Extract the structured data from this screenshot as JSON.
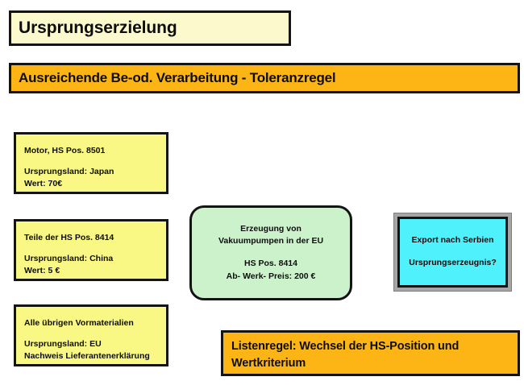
{
  "slide": {
    "title": "Ursprungserzielung",
    "subtitle": "Ausreichende Be-od. Verarbeitung - Toleranzregel"
  },
  "materials": [
    {
      "name": "material-card-motor",
      "line1": "Motor, HS Pos. 8501",
      "line2": "Ursprungsland: Japan",
      "line3": "Wert: 70€"
    },
    {
      "name": "material-card-teile",
      "line1": "Teile der HS Pos. 8414",
      "line2": "Ursprungsland: China",
      "line3": "Wert: 5 €"
    },
    {
      "name": "material-card-uebrige",
      "line1": "Alle übrigen Vormaterialien",
      "line2": "Ursprungsland: EU",
      "line3": "Nachweis Lieferantenerklärung"
    }
  ],
  "process": {
    "line1": "Erzeugung von",
    "line2": "Vakuumpumpen in der EU",
    "line3": "HS Pos. 8414",
    "line4": "Ab- Werk- Preis: 200 €"
  },
  "export": {
    "line1": "Export nach Serbien",
    "line2": "Ursprungserzeugnis?"
  },
  "rule": {
    "line1": "Listenregel: Wechsel der HS-Position und",
    "line2": "Wertkriterium"
  },
  "colors": {
    "title_fill": "#fcfacd",
    "accent_orange": "#fcb514",
    "material_yellow": "#faf884",
    "process_green": "#ccf2cc",
    "export_cyan": "#4ff2fc",
    "export_frame_gray": "#a6a6a6",
    "outline": "#141414"
  }
}
